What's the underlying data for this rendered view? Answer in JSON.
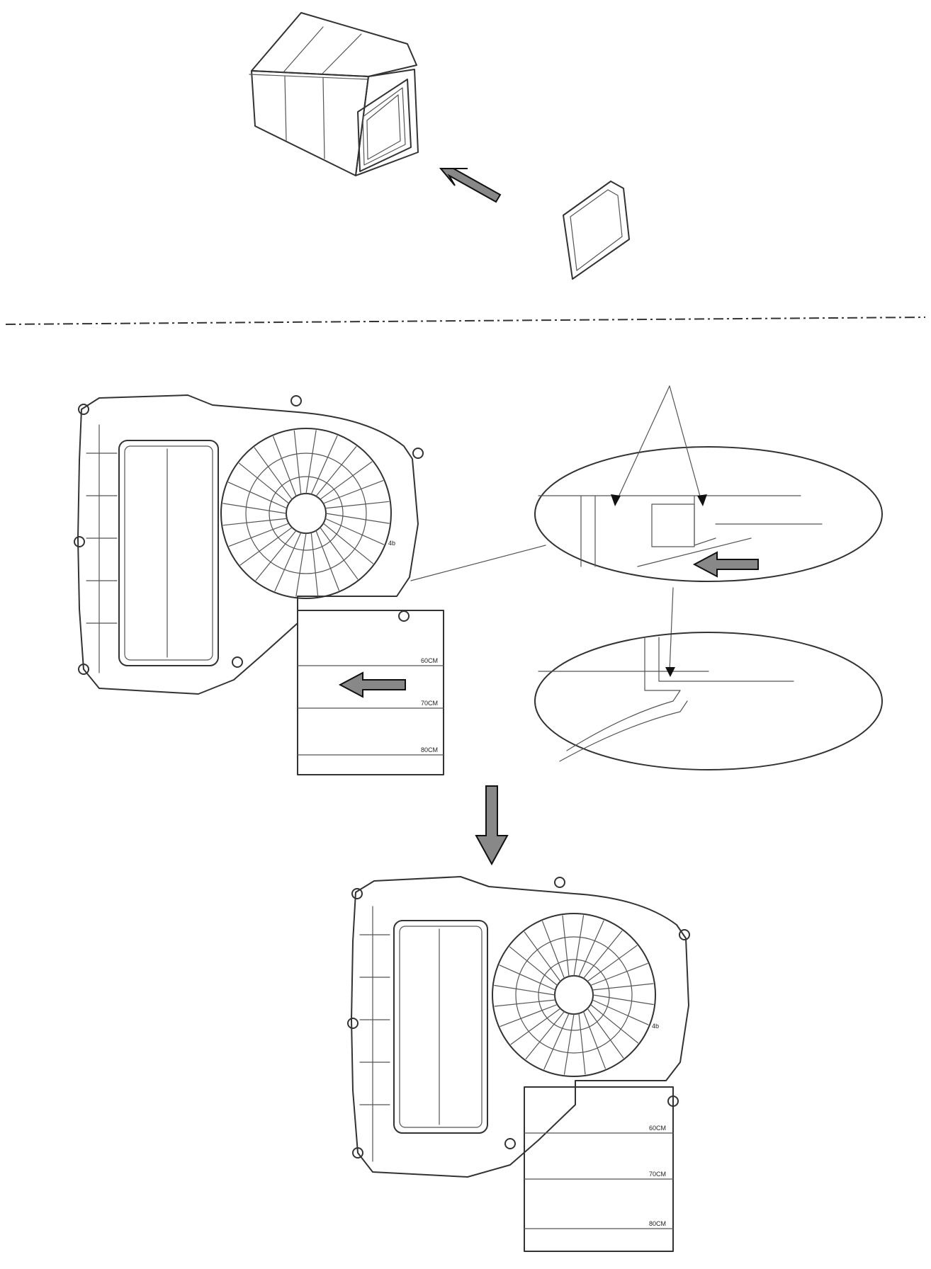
{
  "filter_scale_labels": [
    "60CM",
    "70CM",
    "80CM"
  ],
  "fan_mark": "4b",
  "colors": {
    "line": "#333333",
    "arrow_fill": "#888888",
    "background": "#ffffff"
  },
  "icons": [
    "arrow-left-icon",
    "arrow-down-icon"
  ]
}
